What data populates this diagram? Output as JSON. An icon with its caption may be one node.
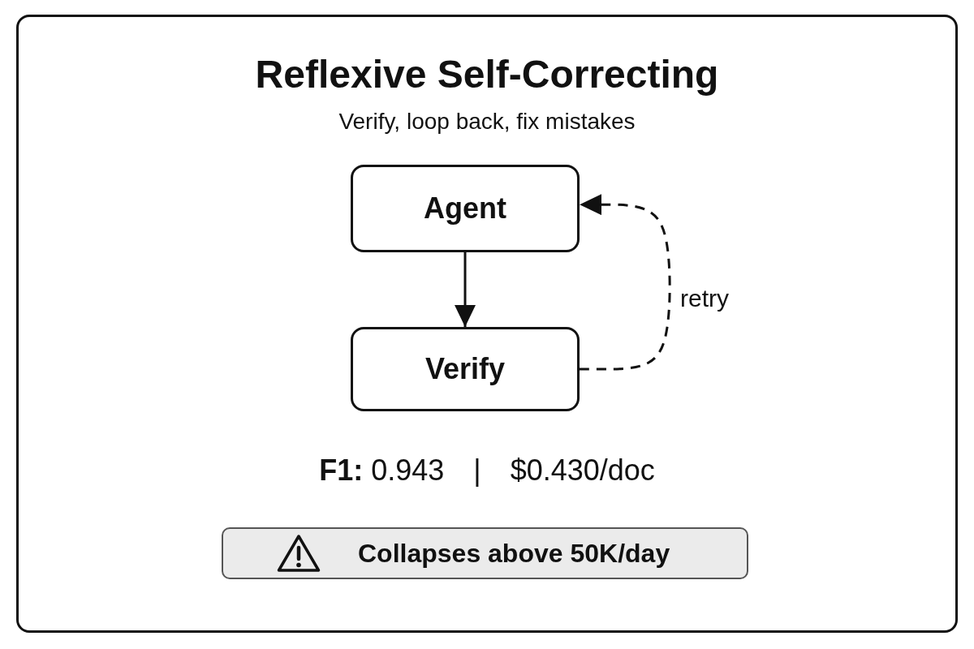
{
  "diagram": {
    "title": "Reflexive Self-Correcting",
    "nodes": [
      {
        "text": [
          "Agent"
        ]
      },
      {
        "text": [
          "Verify"
        ]
      },
      {
        "text": [
          "Collapses above 50K/day"
        ]
      }
    ],
    "edges": [
      {
        "from": 0,
        "to": 1,
        "arrow": "to"
      },
      {
        "from": 1,
        "to": 0,
        "arrow": "to",
        "label": "retry",
        "style": "dashed"
      }
    ],
    "labels": [
      "Verify, loop back, fix mistakes",
      "**F1:** 0.943",
      "|",
      "$0.430/doc"
    ]
  }
}
